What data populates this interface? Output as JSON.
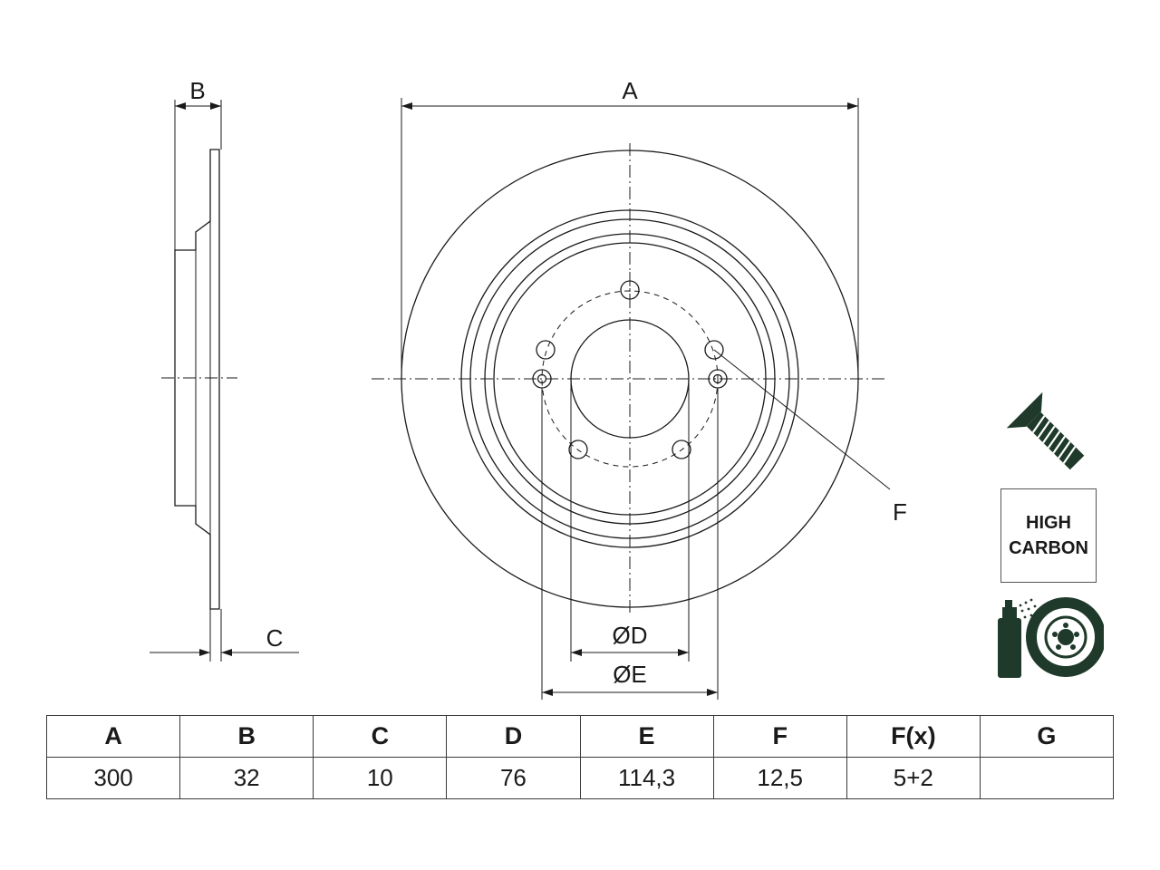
{
  "drawing": {
    "labels": {
      "A": "A",
      "B": "B",
      "C": "C",
      "D": "ØD",
      "E": "ØE",
      "F": "F"
    }
  },
  "badges": {
    "high_carbon_line1": "HIGH",
    "high_carbon_line2": "CARBON"
  },
  "icons": {
    "screw": "countersunk-screw-icon",
    "spray": "coated-disc-spray-icon"
  },
  "table": {
    "headers": [
      "A",
      "B",
      "C",
      "D",
      "E",
      "F",
      "F(x)",
      "G"
    ],
    "values": [
      "300",
      "32",
      "10",
      "76",
      "114,3",
      "12,5",
      "5+2",
      ""
    ]
  },
  "colors": {
    "line": "#1a1a1a",
    "icon_fill": "#1f3a2a"
  }
}
